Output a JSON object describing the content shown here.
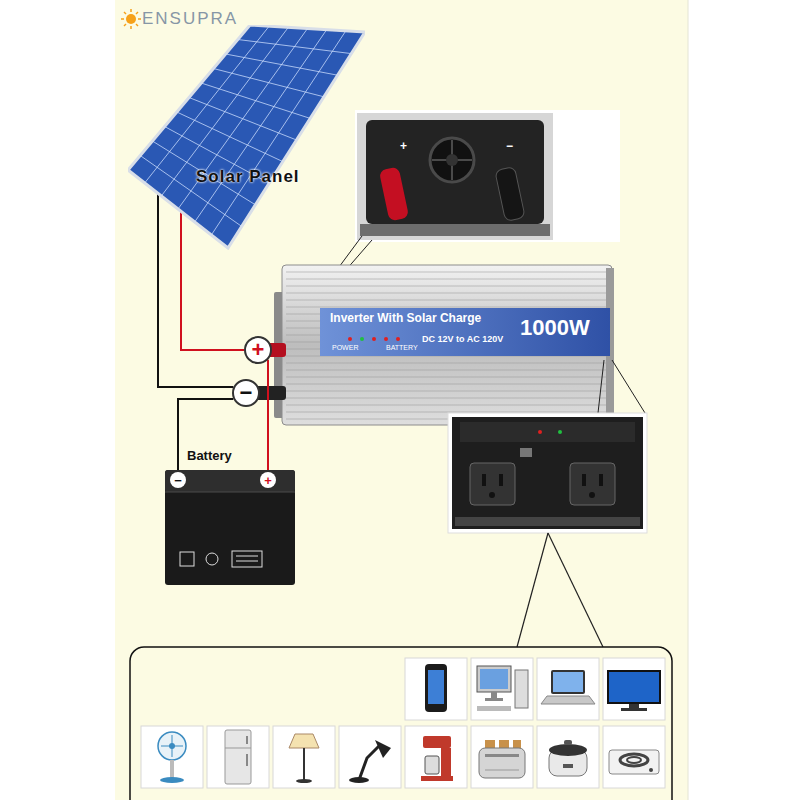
{
  "diagram": {
    "nodes": [
      {
        "text": [
          "Solar Panel"
        ]
      },
      {
        "text": [
          "Inverter With Solar Charge",
          "1000W",
          "DC 12V to AC 120V",
          "POWER",
          "BATTERY"
        ]
      },
      {
        "text": [
          "+"
        ]
      },
      {
        "text": [
          "−"
        ]
      },
      {
        "text": [
          "Battery"
        ]
      }
    ],
    "edges": [
      {
        "from": 0,
        "to": 2,
        "arrow": "none"
      },
      {
        "from": 0,
        "to": 3,
        "arrow": "none"
      },
      {
        "from": 4,
        "to": 3,
        "arrow": "none"
      },
      {
        "from": 4,
        "to": 2,
        "arrow": "none"
      }
    ],
    "labels": [
      "ENSUPRA",
      "+",
      "−",
      "−",
      "+"
    ]
  }
}
